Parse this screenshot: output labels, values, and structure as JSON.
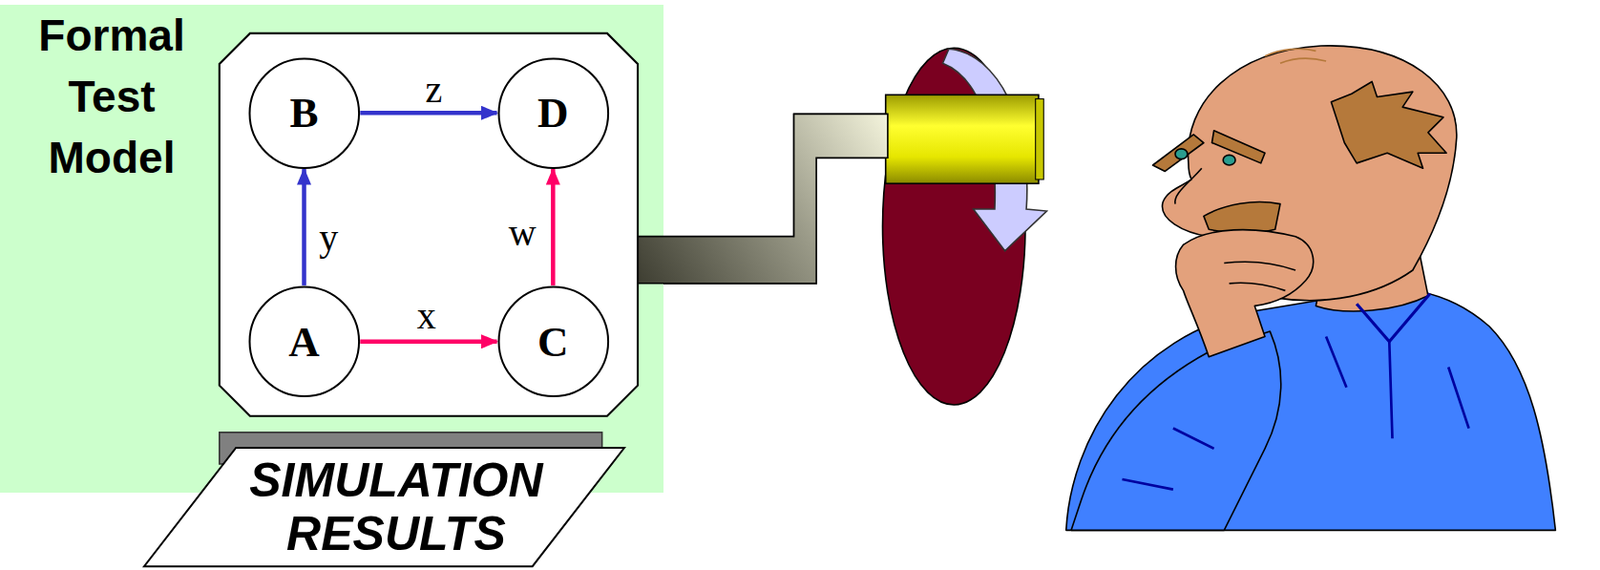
{
  "diagram": {
    "nodes": [
      {
        "text": [
          "Formal Test Model"
        ]
      },
      {
        "text": [
          "B"
        ],
        "in": 0
      },
      {
        "text": [
          "D"
        ],
        "in": 0
      },
      {
        "text": [
          "A"
        ],
        "in": 0
      },
      {
        "text": [
          "C"
        ],
        "in": 0
      },
      {
        "text": [
          "SIMULATION RESULTS"
        ]
      }
    ],
    "edges": [
      {
        "from": 3,
        "to": 1,
        "arrow": "to",
        "label": "y"
      },
      {
        "from": 1,
        "to": 2,
        "arrow": "to",
        "label": "z"
      },
      {
        "from": 3,
        "to": 4,
        "arrow": "to",
        "label": "x"
      },
      {
        "from": 4,
        "to": 2,
        "arrow": "to",
        "label": "w"
      }
    ]
  }
}
